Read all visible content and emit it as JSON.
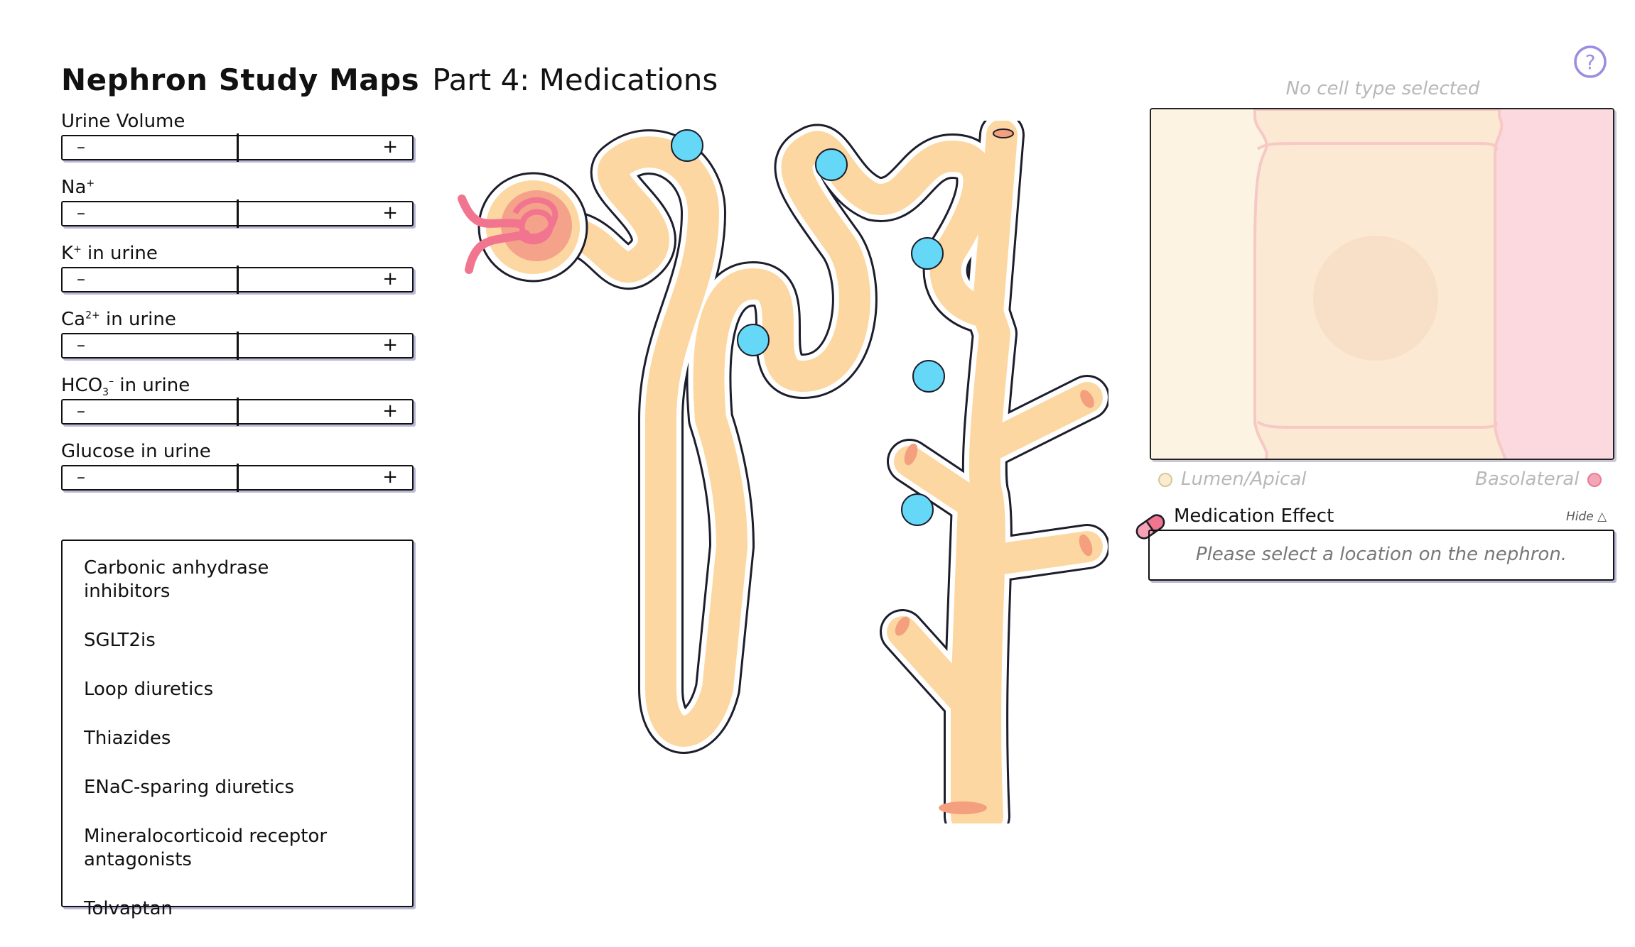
{
  "header": {
    "title": "Nephron Study Maps",
    "subtitle": "Part 4: Medications",
    "help_icon": "question-circle-icon"
  },
  "sliders": [
    {
      "label": "Urine Volume",
      "minus": "–",
      "plus": "+",
      "level": 0.5
    },
    {
      "label_base": "Na",
      "label_sup": "+",
      "label_rest": "",
      "minus": "–",
      "plus": "+",
      "level": 0.5
    },
    {
      "label_base": "K",
      "label_sup": "+",
      "label_rest": " in urine",
      "minus": "–",
      "plus": "+",
      "level": 0.5
    },
    {
      "label_base": "Ca",
      "label_sup": "2+",
      "label_rest": " in urine",
      "minus": "–",
      "plus": "+",
      "level": 0.5
    },
    {
      "label_base": "HCO",
      "label_sub": "3",
      "label_sup": "–",
      "label_rest": " in urine",
      "minus": "–",
      "plus": "+",
      "level": 0.5
    },
    {
      "label": "Glucose in urine",
      "minus": "–",
      "plus": "+",
      "level": 0.5
    }
  ],
  "medications": [
    "Carbonic anhydrase inhibitors",
    "SGLT2is",
    "Loop diuretics",
    "Thiazides",
    "ENaC-sparing diuretics",
    "Mineralocorticoid receptor antagonists",
    "Tolvaptan"
  ],
  "cell_panel": {
    "caption": "No cell type selected",
    "lumen_label": "Lumen/Apical",
    "basolateral_label": "Basolateral"
  },
  "effect": {
    "label": "Medication Effect",
    "hide": "Hide △",
    "placeholder": "Please select a location on the nephron.",
    "icon": "pill-icon"
  },
  "colors": {
    "tubule": "#fdd7a2",
    "tubule_outline": "#1d1d2b",
    "marker": "#65d8f7",
    "glomerulus": "#f27590",
    "basolateral": "#fcd9de",
    "accent_purple": "#9c8de0"
  }
}
